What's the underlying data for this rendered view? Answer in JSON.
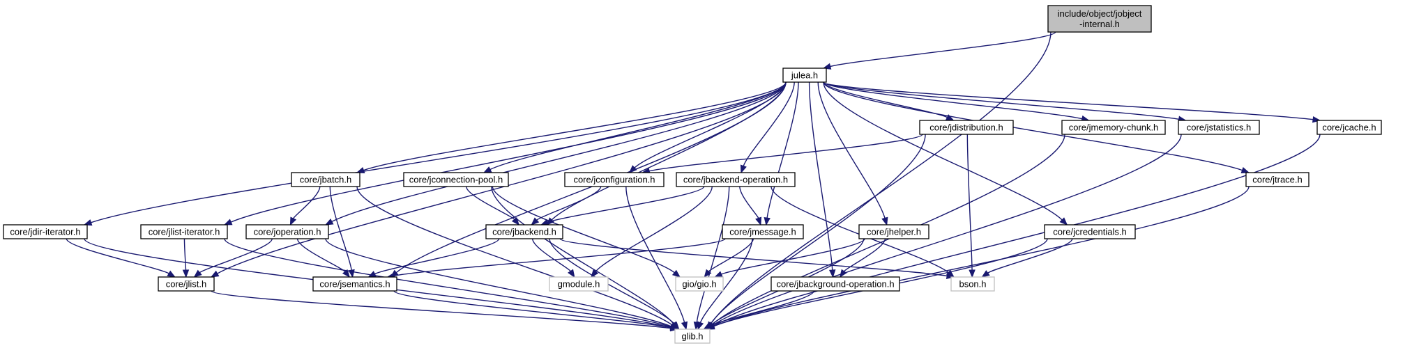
{
  "title": "",
  "colors": {
    "edge": "#191970",
    "root_fill": "#bfbfbf",
    "node_border": "#000000",
    "external_border": "#bfbfbf",
    "background": "#ffffff"
  },
  "nodes": [
    {
      "id": "root",
      "kind": "root",
      "lines": [
        "include/object/jobject",
        "-internal.h"
      ]
    },
    {
      "id": "julea",
      "kind": "normal",
      "lines": [
        "julea.h"
      ]
    },
    {
      "id": "jdistribution",
      "kind": "normal",
      "lines": [
        "core/jdistribution.h"
      ]
    },
    {
      "id": "jmemorychunk",
      "kind": "normal",
      "lines": [
        "core/jmemory-chunk.h"
      ]
    },
    {
      "id": "jstatistics",
      "kind": "normal",
      "lines": [
        "core/jstatistics.h"
      ]
    },
    {
      "id": "jcache",
      "kind": "normal",
      "lines": [
        "core/jcache.h"
      ]
    },
    {
      "id": "jbatch",
      "kind": "normal",
      "lines": [
        "core/jbatch.h"
      ]
    },
    {
      "id": "jconnpool",
      "kind": "normal",
      "lines": [
        "core/jconnection-pool.h"
      ]
    },
    {
      "id": "jconfiguration",
      "kind": "normal",
      "lines": [
        "core/jconfiguration.h"
      ]
    },
    {
      "id": "jbackendop",
      "kind": "normal",
      "lines": [
        "core/jbackend-operation.h"
      ]
    },
    {
      "id": "jtrace",
      "kind": "normal",
      "lines": [
        "core/jtrace.h"
      ]
    },
    {
      "id": "jdiriter",
      "kind": "normal",
      "lines": [
        "core/jdir-iterator.h"
      ]
    },
    {
      "id": "jlistiter",
      "kind": "normal",
      "lines": [
        "core/jlist-iterator.h"
      ]
    },
    {
      "id": "joperation",
      "kind": "normal",
      "lines": [
        "core/joperation.h"
      ]
    },
    {
      "id": "jbackend",
      "kind": "normal",
      "lines": [
        "core/jbackend.h"
      ]
    },
    {
      "id": "jmessage",
      "kind": "normal",
      "lines": [
        "core/jmessage.h"
      ]
    },
    {
      "id": "jhelper",
      "kind": "normal",
      "lines": [
        "core/jhelper.h"
      ]
    },
    {
      "id": "jcredentials",
      "kind": "normal",
      "lines": [
        "core/jcredentials.h"
      ]
    },
    {
      "id": "jlist",
      "kind": "normal",
      "lines": [
        "core/jlist.h"
      ]
    },
    {
      "id": "jsemantics",
      "kind": "normal",
      "lines": [
        "core/jsemantics.h"
      ]
    },
    {
      "id": "gmodule",
      "kind": "external",
      "lines": [
        "gmodule.h"
      ]
    },
    {
      "id": "gio",
      "kind": "external",
      "lines": [
        "gio/gio.h"
      ]
    },
    {
      "id": "jbgop",
      "kind": "normal",
      "lines": [
        "core/jbackground-operation.h"
      ]
    },
    {
      "id": "bson",
      "kind": "external",
      "lines": [
        "bson.h"
      ]
    },
    {
      "id": "glib",
      "kind": "external",
      "lines": [
        "glib.h"
      ]
    }
  ],
  "edges": [
    [
      "root",
      "julea"
    ],
    [
      "root",
      "glib"
    ],
    [
      "julea",
      "jdiriter"
    ],
    [
      "julea",
      "jlist"
    ],
    [
      "julea",
      "jlistiter"
    ],
    [
      "julea",
      "joperation"
    ],
    [
      "julea",
      "jsemantics"
    ],
    [
      "julea",
      "jbatch"
    ],
    [
      "julea",
      "jconnpool"
    ],
    [
      "julea",
      "jbackend"
    ],
    [
      "julea",
      "jconfiguration"
    ],
    [
      "julea",
      "jbackendop"
    ],
    [
      "julea",
      "jmessage"
    ],
    [
      "julea",
      "jbgop"
    ],
    [
      "julea",
      "jhelper"
    ],
    [
      "julea",
      "jdistribution"
    ],
    [
      "julea",
      "jmemorychunk"
    ],
    [
      "julea",
      "jstatistics"
    ],
    [
      "julea",
      "jcredentials"
    ],
    [
      "julea",
      "jtrace"
    ],
    [
      "julea",
      "jcache"
    ],
    [
      "jdistribution",
      "jconfiguration"
    ],
    [
      "jdistribution",
      "bson"
    ],
    [
      "jdistribution",
      "glib"
    ],
    [
      "jmemorychunk",
      "glib"
    ],
    [
      "jstatistics",
      "glib"
    ],
    [
      "jcache",
      "glib"
    ],
    [
      "jbatch",
      "joperation"
    ],
    [
      "jbatch",
      "jsemantics"
    ],
    [
      "jbatch",
      "glib"
    ],
    [
      "jconnpool",
      "jbackend"
    ],
    [
      "jconnpool",
      "gio"
    ],
    [
      "jconnpool",
      "glib"
    ],
    [
      "jconfiguration",
      "jbackend"
    ],
    [
      "jconfiguration",
      "glib"
    ],
    [
      "jbackendop",
      "jbackend"
    ],
    [
      "jbackendop",
      "gmodule"
    ],
    [
      "jbackendop",
      "jmessage"
    ],
    [
      "jbackendop",
      "bson"
    ],
    [
      "jbackendop",
      "glib"
    ],
    [
      "jtrace",
      "glib"
    ],
    [
      "jdiriter",
      "jlist"
    ],
    [
      "jdiriter",
      "glib"
    ],
    [
      "jlistiter",
      "jlist"
    ],
    [
      "jlistiter",
      "glib"
    ],
    [
      "joperation",
      "jlist"
    ],
    [
      "joperation",
      "jsemantics"
    ],
    [
      "joperation",
      "glib"
    ],
    [
      "jbackend",
      "jsemantics"
    ],
    [
      "jbackend",
      "gmodule"
    ],
    [
      "jbackend",
      "bson"
    ],
    [
      "jbackend",
      "glib"
    ],
    [
      "jmessage",
      "jsemantics"
    ],
    [
      "jmessage",
      "gio"
    ],
    [
      "jmessage",
      "glib"
    ],
    [
      "jhelper",
      "gio"
    ],
    [
      "jhelper",
      "jbgop"
    ],
    [
      "jhelper",
      "glib"
    ],
    [
      "jcredentials",
      "bson"
    ],
    [
      "jcredentials",
      "glib"
    ],
    [
      "jlist",
      "glib"
    ],
    [
      "jsemantics",
      "glib"
    ],
    [
      "jbgop",
      "glib"
    ]
  ]
}
